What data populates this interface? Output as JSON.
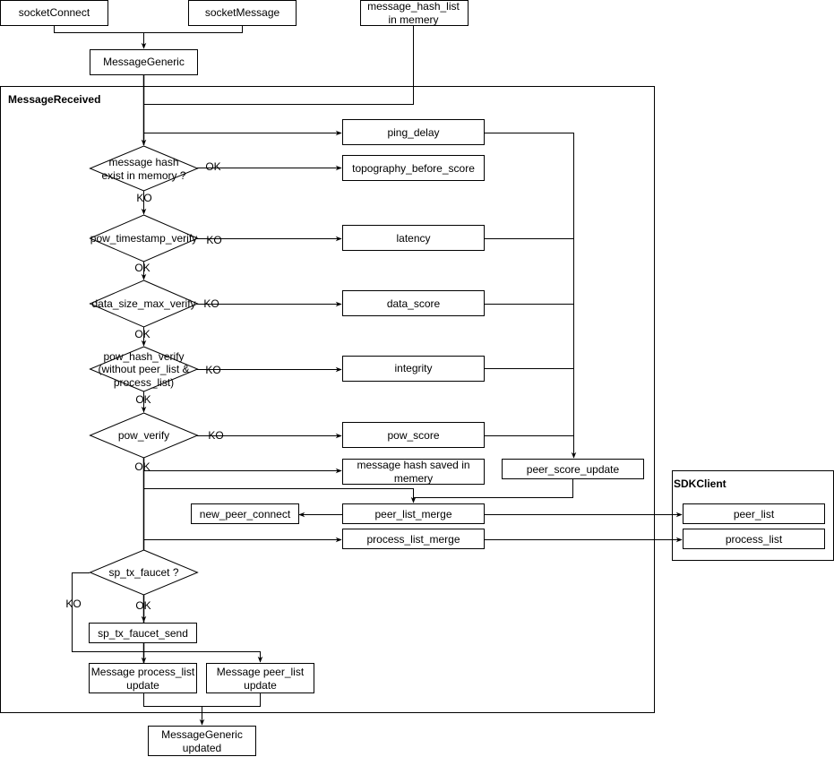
{
  "containers": {
    "message_received": {
      "title": "MessageReceived"
    },
    "sdk_client": {
      "title": "SDKClient"
    }
  },
  "nodes": {
    "socket_connect": {
      "label": "socketConnect"
    },
    "socket_message": {
      "label": "socketMessage"
    },
    "message_hash_list": {
      "lines": [
        "message_hash_list",
        "in memery"
      ]
    },
    "message_generic": {
      "label": "MessageGeneric"
    },
    "ping_delay": {
      "label": "ping_delay"
    },
    "topography_before_score": {
      "label": "topography_before_score"
    },
    "latency": {
      "label": "latency"
    },
    "data_score": {
      "label": "data_score"
    },
    "integrity": {
      "label": "integrity"
    },
    "pow_score": {
      "label": "pow_score"
    },
    "message_hash_saved": {
      "lines": [
        "message hash saved in",
        "memery"
      ]
    },
    "peer_score_update": {
      "label": "peer_score_update"
    },
    "new_peer_connect": {
      "label": "new_peer_connect"
    },
    "peer_list_merge": {
      "label": "peer_list_merge"
    },
    "process_list_merge": {
      "label": "process_list_merge"
    },
    "peer_list": {
      "label": "peer_list"
    },
    "process_list": {
      "label": "process_list"
    },
    "sp_tx_faucet_send": {
      "label": "sp_tx_faucet_send"
    },
    "message_process_list_update": {
      "lines": [
        "Message process_list",
        "update"
      ]
    },
    "message_peer_list_update": {
      "lines": [
        "Message peer_list",
        "update"
      ]
    },
    "message_generic_updated": {
      "lines": [
        "MessageGeneric",
        "updated"
      ]
    }
  },
  "decisions": {
    "hash_exists": {
      "lines": [
        "message hash",
        "exist in memory ?"
      ]
    },
    "pow_timestamp_verify": {
      "lines": [
        "pow_timestamp_verify"
      ]
    },
    "data_size_max_verify": {
      "lines": [
        "data_size_max_verify"
      ]
    },
    "pow_hash_verify": {
      "lines": [
        "pow_hash_verify",
        "(without peer_list &",
        "process_list)"
      ]
    },
    "pow_verify": {
      "lines": [
        "pow_verify"
      ]
    },
    "sp_tx_faucet": {
      "lines": [
        "sp_tx_faucet ?"
      ]
    }
  },
  "edge_labels": {
    "hash_exists_ok": "OK",
    "hash_exists_ko": "KO",
    "timestamp_ko": "KO",
    "timestamp_ok": "OK",
    "data_size_ko": "KO",
    "data_size_ok": "OK",
    "pow_hash_ko": "KO",
    "pow_hash_ok": "OK",
    "pow_verify_ko": "KO",
    "pow_verify_ok": "OK",
    "faucet_ko": "KO",
    "faucet_ok": "OK"
  },
  "colors": {
    "stroke": "#000000",
    "fill": "#ffffff",
    "text": "#000000"
  }
}
